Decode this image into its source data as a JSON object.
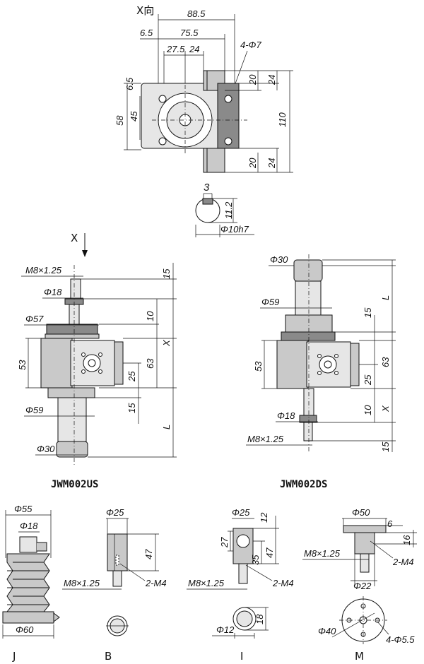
{
  "top_view": {
    "view_label": "X向",
    "dims": {
      "d88_5": "88.5",
      "d6_5a": "6.5",
      "d75_5": "75.5",
      "d27_5": "27.5",
      "d24a": "24",
      "holes": "4-Φ7",
      "d6_5b": "6.5",
      "d58": "58",
      "d45": "45",
      "d20a": "20",
      "d24b": "24",
      "d110": "110",
      "d20b": "20",
      "d24c": "24"
    }
  },
  "shaft_section": {
    "d3": "3",
    "d11_2": "11.2",
    "dia": "Φ10h7"
  },
  "us_view": {
    "arrow_label": "X",
    "dims": {
      "thread": "M8×1.25",
      "d18": "Φ18",
      "d57": "Φ57",
      "d53": "53",
      "d59": "Φ59",
      "d30": "Φ30",
      "d15a": "15",
      "d10": "10",
      "x": "X",
      "d63": "63",
      "d25": "25",
      "d15b": "15",
      "L": "L"
    },
    "model": "JWM002US"
  },
  "ds_view": {
    "dims": {
      "d30": "Φ30",
      "d59": "Φ59",
      "d53": "53",
      "d18": "Φ18",
      "thread": "M8×1.25",
      "L": "L",
      "d15a": "15",
      "d63": "63",
      "d25": "25",
      "d10": "10",
      "x": "X",
      "d15b": "15"
    },
    "model": "JWM002DS"
  },
  "end_j": {
    "d55": "Φ55",
    "d18": "Φ18",
    "d60": "Φ60",
    "label": "J"
  },
  "end_b": {
    "d25": "Φ25",
    "d47": "47",
    "thread": "M8×1.25",
    "screws": "2-M4",
    "label": "B"
  },
  "end_i": {
    "d25": "Φ25",
    "d12a": "12",
    "d27": "27",
    "d35": "35",
    "d47": "47",
    "thread": "M8×1.25",
    "screws": "2-M4",
    "d18": "18",
    "d12": "Φ12",
    "label": "I"
  },
  "end_m": {
    "d50": "Φ50",
    "d6": "6",
    "d16": "16",
    "thread": "M8×1.25",
    "screws": "2-M4",
    "d22": "Φ22",
    "d40": "Φ40",
    "holes": "4-Φ5.5",
    "label": "M"
  }
}
